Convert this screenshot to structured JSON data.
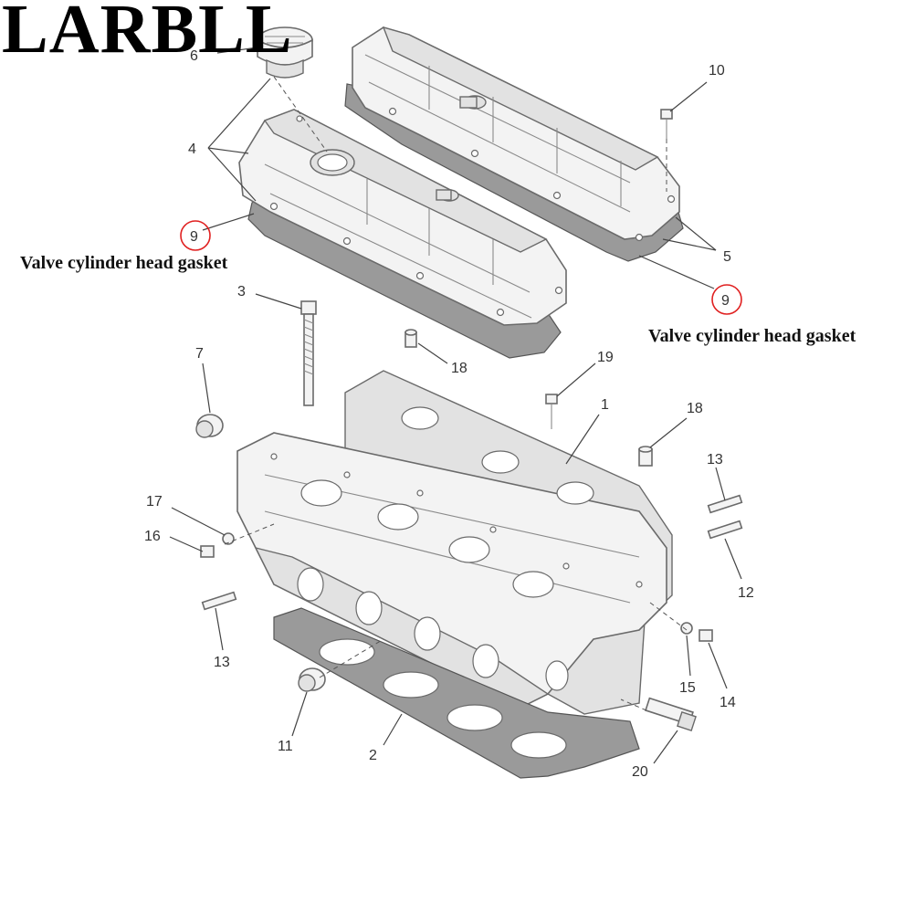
{
  "brand": "LARBLL",
  "callouts": {
    "left": "Valve cylinder head gasket",
    "right": "Valve cylinder head gasket"
  },
  "part_numbers": {
    "p1": "1",
    "p2": "2",
    "p3": "3",
    "p4": "4",
    "p5": "5",
    "p6": "6",
    "p7": "7",
    "p9_left": "9",
    "p9_right": "9",
    "p10": "10",
    "p11": "11",
    "p12": "12",
    "p13_left": "13",
    "p13_right": "13",
    "p14": "14",
    "p15": "15",
    "p16": "16",
    "p17": "17",
    "p18_top": "18",
    "p18_right": "18",
    "p19": "19",
    "p20": "20"
  },
  "colors": {
    "highlight_ring": "#e02020",
    "gasket": "#9a9a9a",
    "part_fill": "#f3f3f3"
  }
}
